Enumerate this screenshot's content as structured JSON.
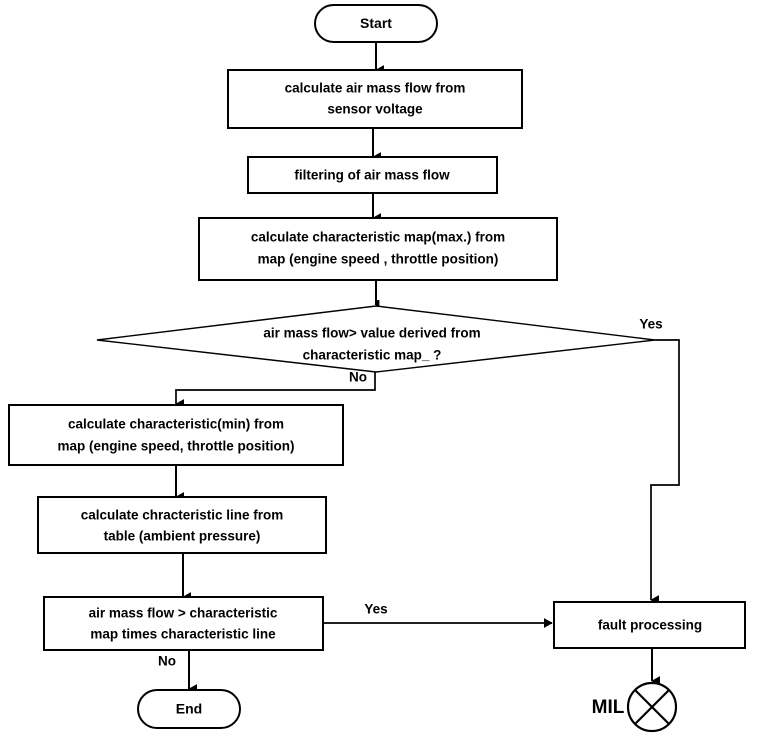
{
  "diagram": {
    "title": "Air mass flow sensor plausibility diagnostic flowchart",
    "type": "flowchart",
    "colors": {
      "background": "#ffffff",
      "stroke": "#000000",
      "text": "#000000",
      "node_fill": "#ffffff"
    },
    "nodes": {
      "start": {
        "shape": "terminator",
        "label": "Start"
      },
      "calc_air_mass_flow": {
        "shape": "process",
        "line1": "calculate air mass flow  from",
        "line2": "sensor voltage"
      },
      "filtering": {
        "shape": "process",
        "line1": "filtering of air mass flow"
      },
      "calc_map_max": {
        "shape": "process",
        "line1": "calculate characteristic map(max.) from",
        "line2": "map (engine speed ,  throttle position)"
      },
      "decision_map": {
        "shape": "decision",
        "line1": "air mass flow> value derived from",
        "line2": "characteristic map_ ?"
      },
      "calc_min": {
        "shape": "process",
        "line1": "calculate characteristic(min) from",
        "line2": "map (engine speed, throttle position)"
      },
      "calc_line": {
        "shape": "process",
        "line1": "calculate chracteristic line from",
        "line2": "table (ambient pressure)"
      },
      "decision_line": {
        "shape": "process-decision",
        "line1": "air mass flow > characteristic",
        "line2": "map times characteristic line"
      },
      "fault_processing": {
        "shape": "process",
        "line1": "fault processing"
      },
      "mil": {
        "shape": "lamp-indicator",
        "label": "MIL",
        "icon": "circle-cross-icon"
      },
      "end": {
        "shape": "terminator",
        "label": "End"
      }
    },
    "edge_labels": {
      "decision_map_yes": "Yes",
      "decision_map_no": "No",
      "decision_line_yes": "Yes",
      "decision_line_no": "No"
    }
  }
}
